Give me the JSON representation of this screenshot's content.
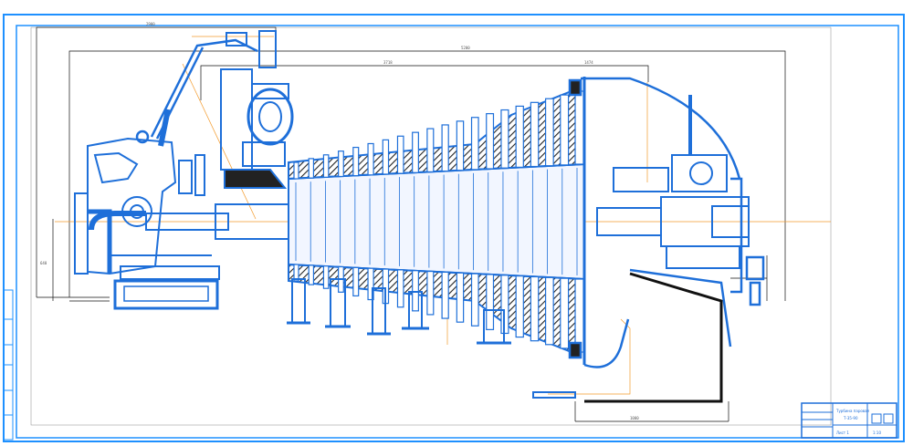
{
  "drawing": {
    "colors": {
      "outline": "#1e6fd9",
      "frame": "#1e90ff",
      "dimension": "#111111",
      "axis": "#f39a2b",
      "hatch": "#222222",
      "background": "#ffffff"
    },
    "dimension_labels": {
      "overall_length": "5200",
      "upper_length": "3718",
      "inner_length": "2900",
      "casing_length": "1474",
      "exhaust_length": "1000",
      "left_height": "640"
    },
    "title_block": {
      "title_line1": "Турбина паровая",
      "title_line2": "Т-35-90",
      "sheet": "Лист 1",
      "scale": "1:10"
    }
  }
}
